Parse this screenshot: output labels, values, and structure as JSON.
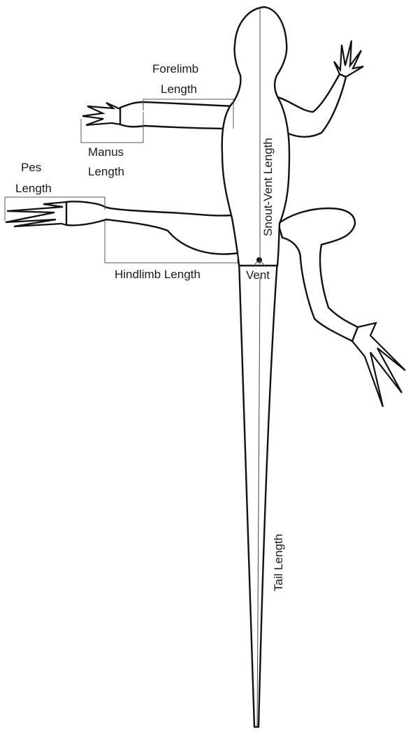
{
  "figure": {
    "labels": {
      "forelimb_line1": "Forelimb",
      "forelimb_line2": "Length",
      "manus_line1": "Manus",
      "manus_line2": "Length",
      "pes_line1": "Pes",
      "pes_line2": "Length",
      "hindlimb": "Hindlimb Length",
      "vent": "Vent",
      "snout_vent": "Snout-Vent Length",
      "tail": "Tail Length"
    },
    "colors": {
      "outline": "#111111",
      "measure_lines": "#555555",
      "background": "#ffffff"
    }
  }
}
